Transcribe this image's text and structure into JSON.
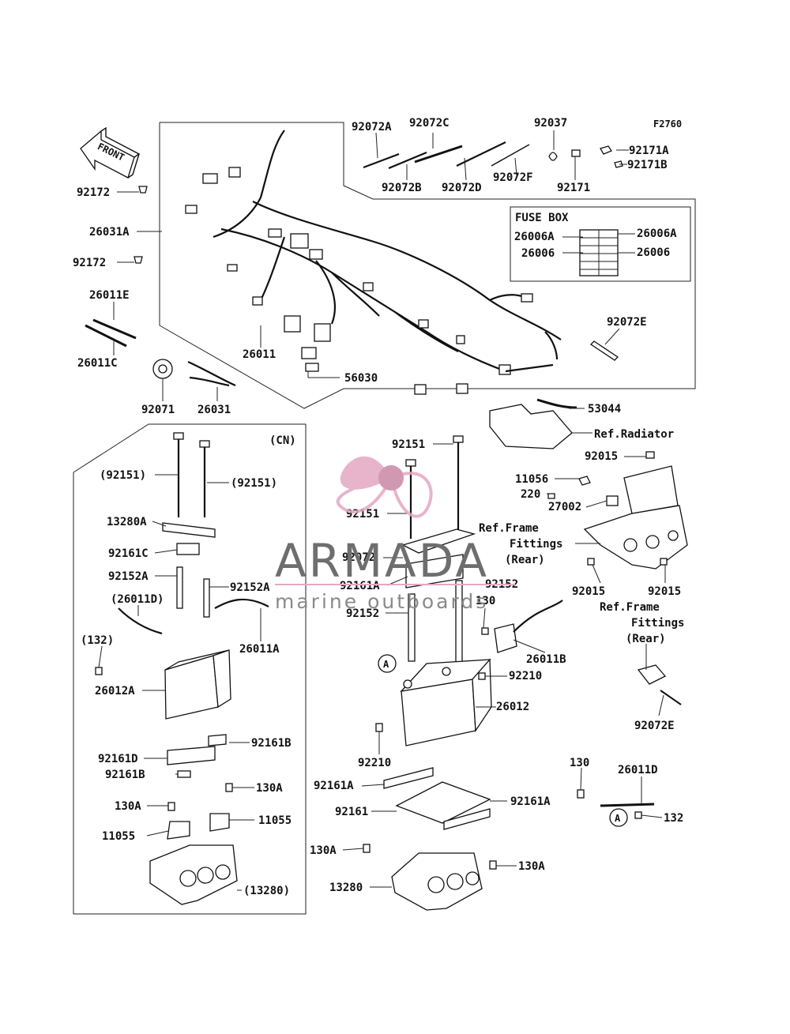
{
  "figure_code": "F2760",
  "front_arrow": "FRONT",
  "fuse_box": {
    "title": "FUSE BOX",
    "labels": [
      "26006A",
      "26006",
      "26006A",
      "26006"
    ]
  },
  "cn_label": "(CN)",
  "circle_ref": "A",
  "watermark": {
    "brand": "ARMADA",
    "tagline": "marine outboards"
  },
  "callouts": [
    "92072A",
    "92072C",
    "92037",
    "92171A",
    "92171B",
    "92072B",
    "92072D",
    "92072F",
    "92171",
    "92172",
    "26031A",
    "92172",
    "26011E",
    "26011C",
    "26011",
    "56030",
    "92071",
    "26031",
    "92072E",
    "53044",
    "Ref.Radiator",
    "92015",
    "11056",
    "220",
    "27002",
    "Ref.Frame",
    "Fittings",
    "(Rear)",
    "92015",
    "92015",
    "Ref.Frame",
    "Fittings",
    "(Rear)",
    "92072E",
    "(92151)",
    "(92151)",
    "13280A",
    "92161C",
    "92152A",
    "92152A",
    "(26011D)",
    "(132)",
    "26011A",
    "26012A",
    "92161D",
    "92161B",
    "92161B",
    "130A",
    "130A",
    "11055",
    "11055",
    "(13280)",
    "92151",
    "92151",
    "92072",
    "92161A",
    "92152",
    "92152",
    "130",
    "26011B",
    "92210",
    "26012",
    "92210",
    "92161A",
    "92161",
    "92161A",
    "130A",
    "130A",
    "13280",
    "130",
    "26011D",
    "132"
  ]
}
